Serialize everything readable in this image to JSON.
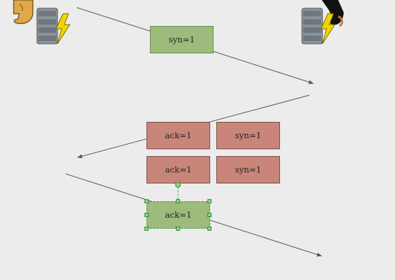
{
  "boxes": {
    "syn_top": "syn=1",
    "ack_row1": "ack=1",
    "syn_row1": "syn=1",
    "ack_row2": "ack=1",
    "syn_row2": "syn=1",
    "ack_selected": "ack=1"
  },
  "colors": {
    "background": "#ececec",
    "green_box": "#9fba7d",
    "red_box": "#c8857a",
    "selection": "#3a9a3a",
    "arrow": "#555555"
  },
  "icons": {
    "left_server": "server-lightning-icon",
    "right_server": "server-lightning-icon",
    "left_person": "person-icon",
    "right_person": "person-icon"
  }
}
